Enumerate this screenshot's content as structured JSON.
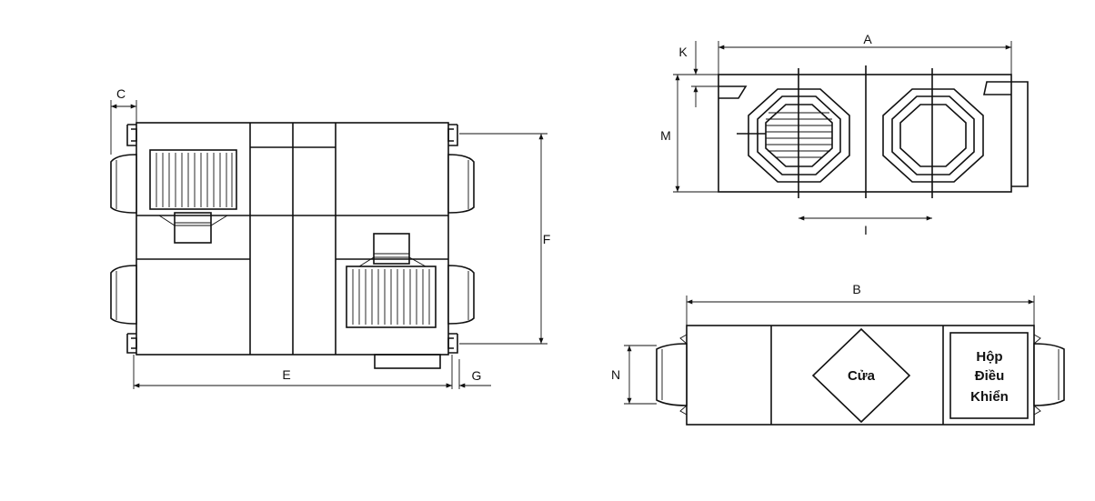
{
  "dimensions": {
    "A": "A",
    "B": "B",
    "C": "C",
    "E": "E",
    "F": "F",
    "G": "G",
    "I": "I",
    "K": "K",
    "M": "M",
    "N": "N"
  },
  "labels": {
    "door": "Cửa",
    "control_box_line1": "Hộp",
    "control_box_line2": "Điều",
    "control_box_line3": "Khiển"
  },
  "colors": {
    "line": "#111111",
    "background": "#ffffff"
  }
}
